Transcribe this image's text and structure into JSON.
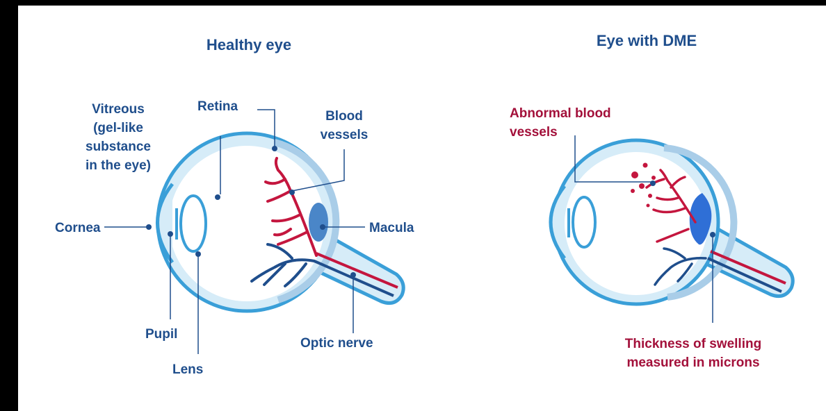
{
  "header": {
    "text": ""
  },
  "healthy_eye": {
    "title": "Healthy eye",
    "labels": {
      "vitreous": [
        "Vitreous",
        "(gel-like",
        "substance",
        "in the eye)"
      ],
      "retina": "Retina",
      "blood_vessels": [
        "Blood",
        "vessels"
      ],
      "macula": "Macula",
      "cornea": "Cornea",
      "pupil": "Pupil",
      "lens": "Lens",
      "optic_nerve": "Optic nerve"
    }
  },
  "dme_eye": {
    "title": "Eye with DME",
    "labels": {
      "abnormal_vessels": [
        "Abnormal blood",
        "vessels"
      ],
      "swelling": [
        "Thickness of swelling",
        "measured in microns"
      ]
    }
  },
  "colors": {
    "label_blue": "#1f4e8c",
    "label_red": "#a3103a",
    "eye_outline": "#3a9fd8",
    "eye_fill": "#d6ecf8",
    "vessel_red": "#c4163e",
    "vessel_blue": "#1f4e8c",
    "macula": "#4a86c8",
    "swelling": "#2f6fd6"
  }
}
